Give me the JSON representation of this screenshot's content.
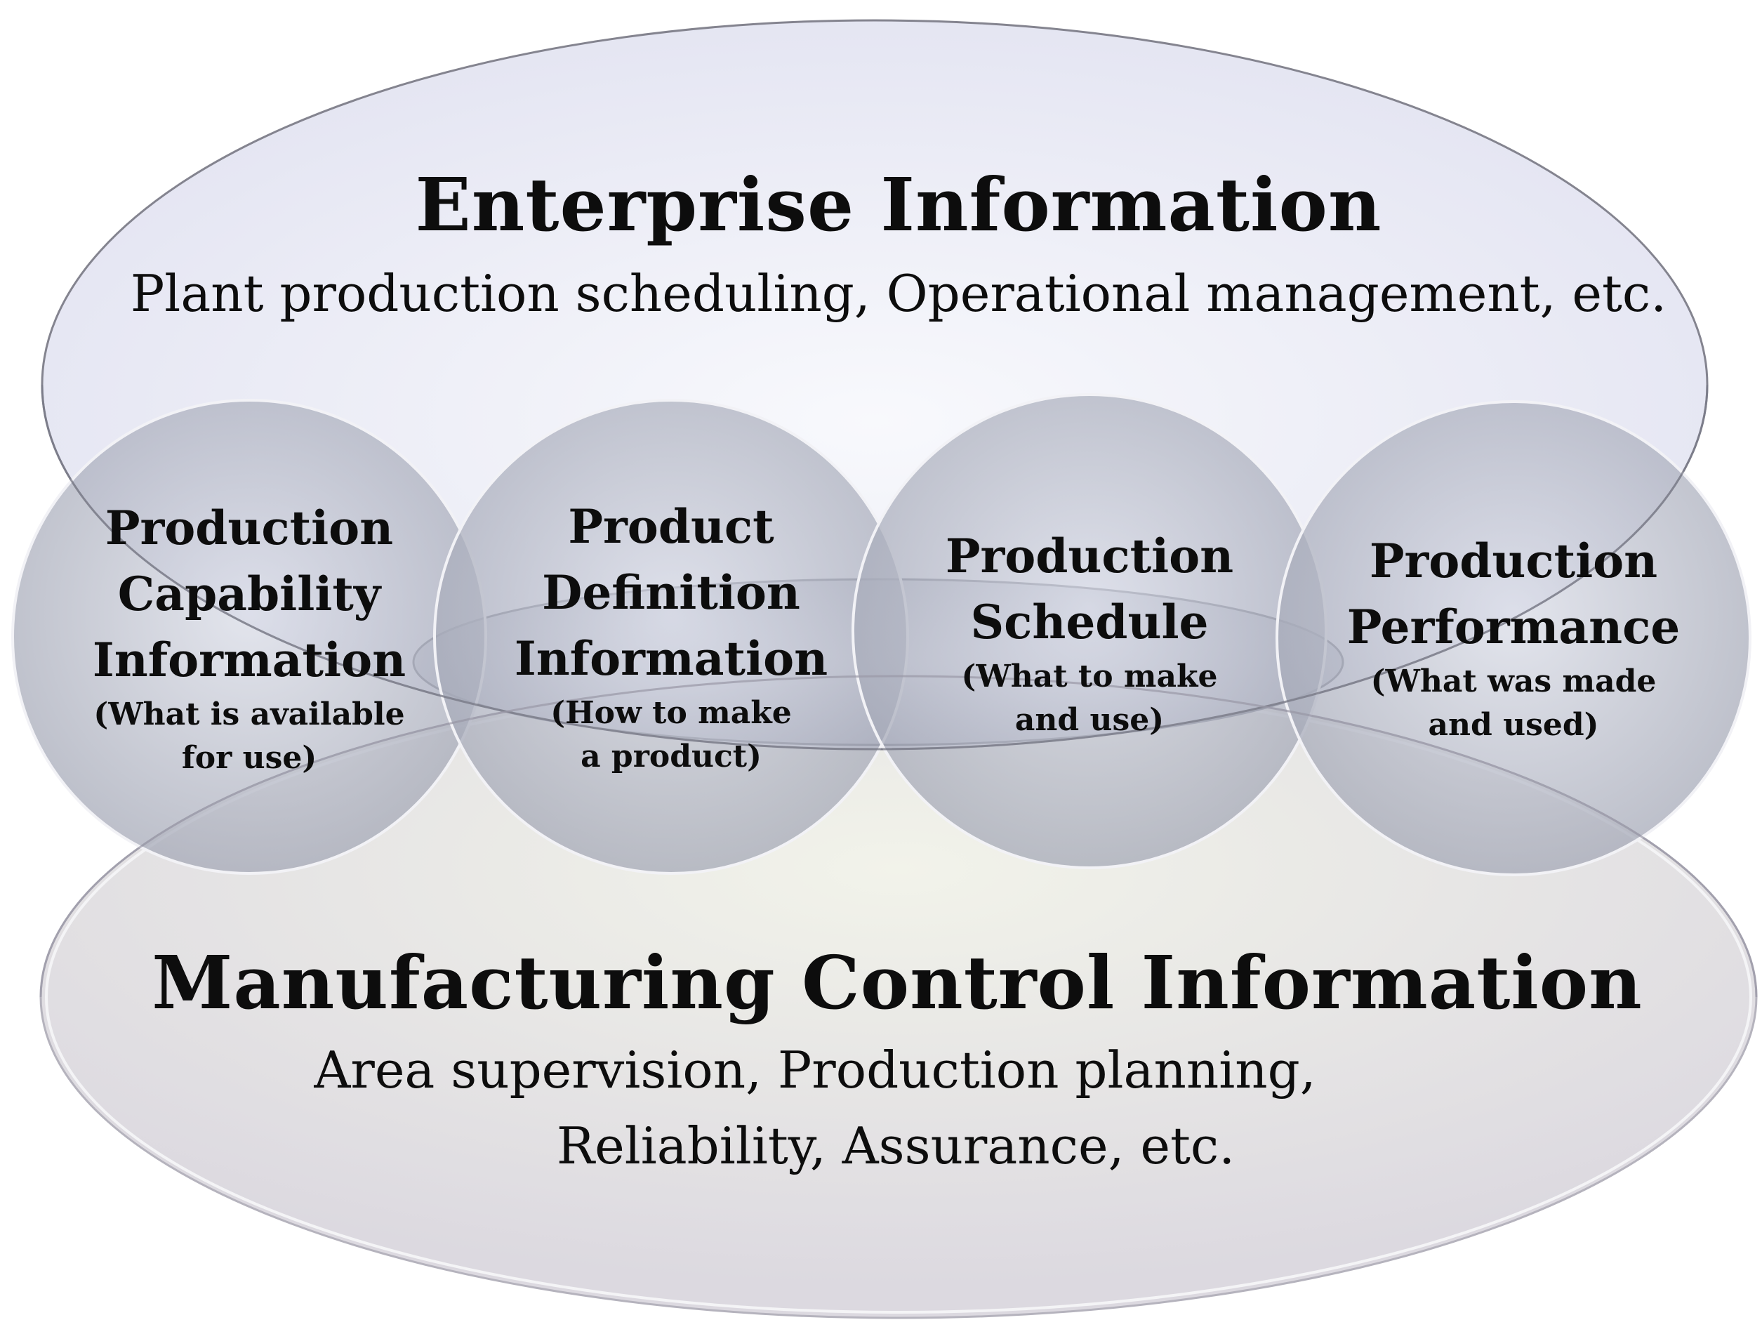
{
  "enterprise": {
    "title": "Enterprise Information",
    "subtitle": "Plant production scheduling, Operational management, etc."
  },
  "manufacturing": {
    "title": "Manufacturing Control Information",
    "subtitle_line1": "Area supervision, Production planning,",
    "subtitle_line2": "Reliability, Assurance, etc."
  },
  "circles": [
    {
      "title_lines": [
        "Production",
        "Capability",
        "Information"
      ],
      "desc_lines": [
        "(What is available",
        "for use)"
      ]
    },
    {
      "title_lines": [
        "Product",
        "Definition",
        "Information"
      ],
      "desc_lines": [
        "(How to make",
        "a product)"
      ]
    },
    {
      "title_lines": [
        "Production",
        "Schedule"
      ],
      "desc_lines": [
        "(What to make",
        "and use)"
      ]
    },
    {
      "title_lines": [
        "Production",
        "Performance"
      ],
      "desc_lines": [
        "(What was made",
        "and used)"
      ]
    }
  ],
  "colors": {
    "enterprise_fill": "#e6e6f3",
    "manufacturing_fill": "#e4e2e8",
    "circle_fill": "#a4a8b6",
    "outline": "#8a8a96",
    "text": "#0d0d0d"
  }
}
